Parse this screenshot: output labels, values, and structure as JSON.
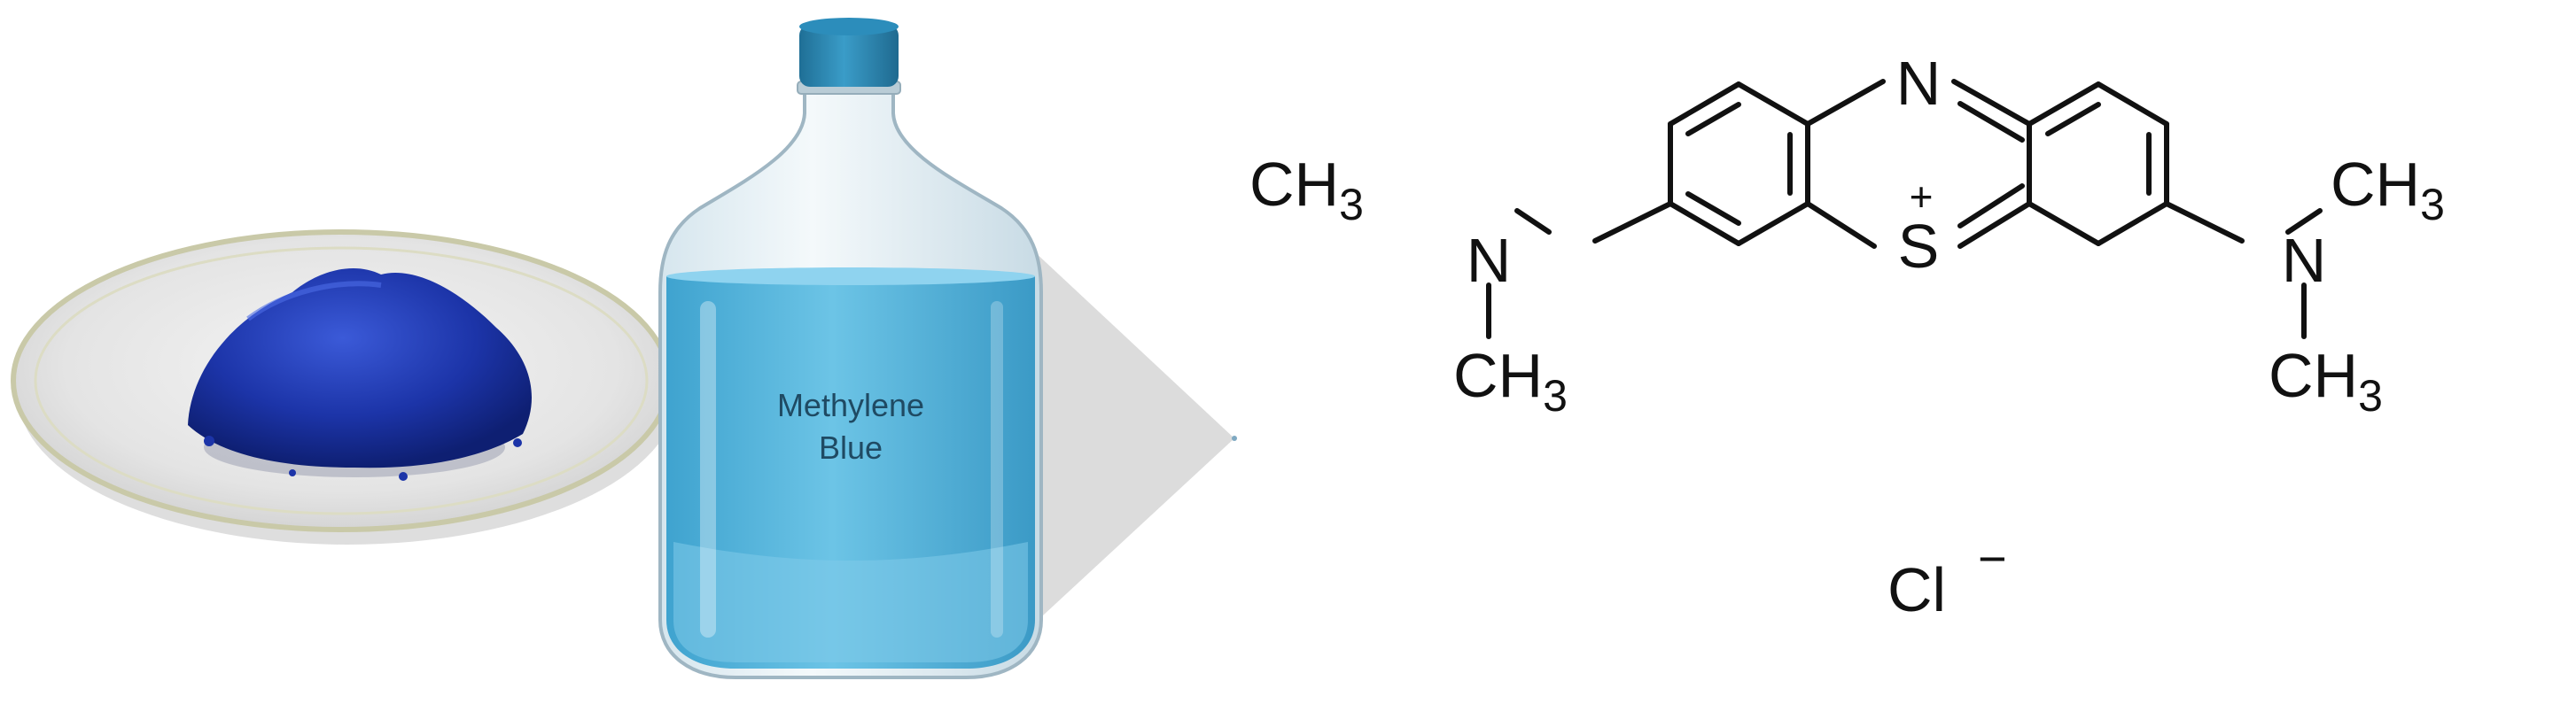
{
  "bottle": {
    "label_line1": "Methylene",
    "label_line2": "Blue"
  },
  "structure": {
    "ring_atom_n": "N",
    "ring_atom_s": "S",
    "s_charge": "+",
    "left_methyl_top": "CH",
    "left_methyl_bottom": "CH",
    "right_methyl_top": "CH",
    "right_methyl_bottom": "CH",
    "methyl_subscript": "3",
    "left_amine_n": "N",
    "right_amine_n": "N",
    "counterion": "Cl",
    "counterion_charge": "−"
  },
  "colors": {
    "powder": "#1c34a8",
    "liquid": "#5bb8dd",
    "cap": "#2a86b0",
    "bond": "#111111"
  }
}
